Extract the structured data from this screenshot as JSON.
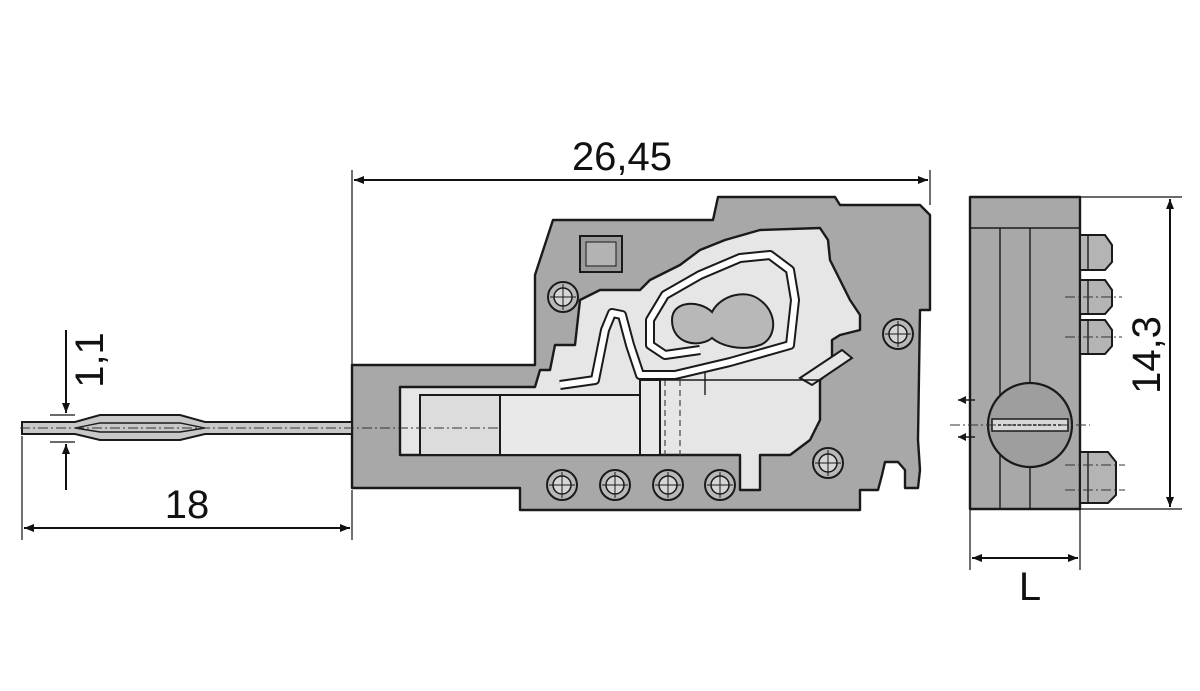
{
  "dimensions": {
    "overall_length": "26,45",
    "lead_length": "18",
    "lead_thickness": "1,1",
    "height": "14,3",
    "width": "L"
  },
  "colors": {
    "body_fill": "#a8a8a8",
    "cavity_fill": "#e6e6e6",
    "line_color": "#111111",
    "background": "#ffffff"
  }
}
